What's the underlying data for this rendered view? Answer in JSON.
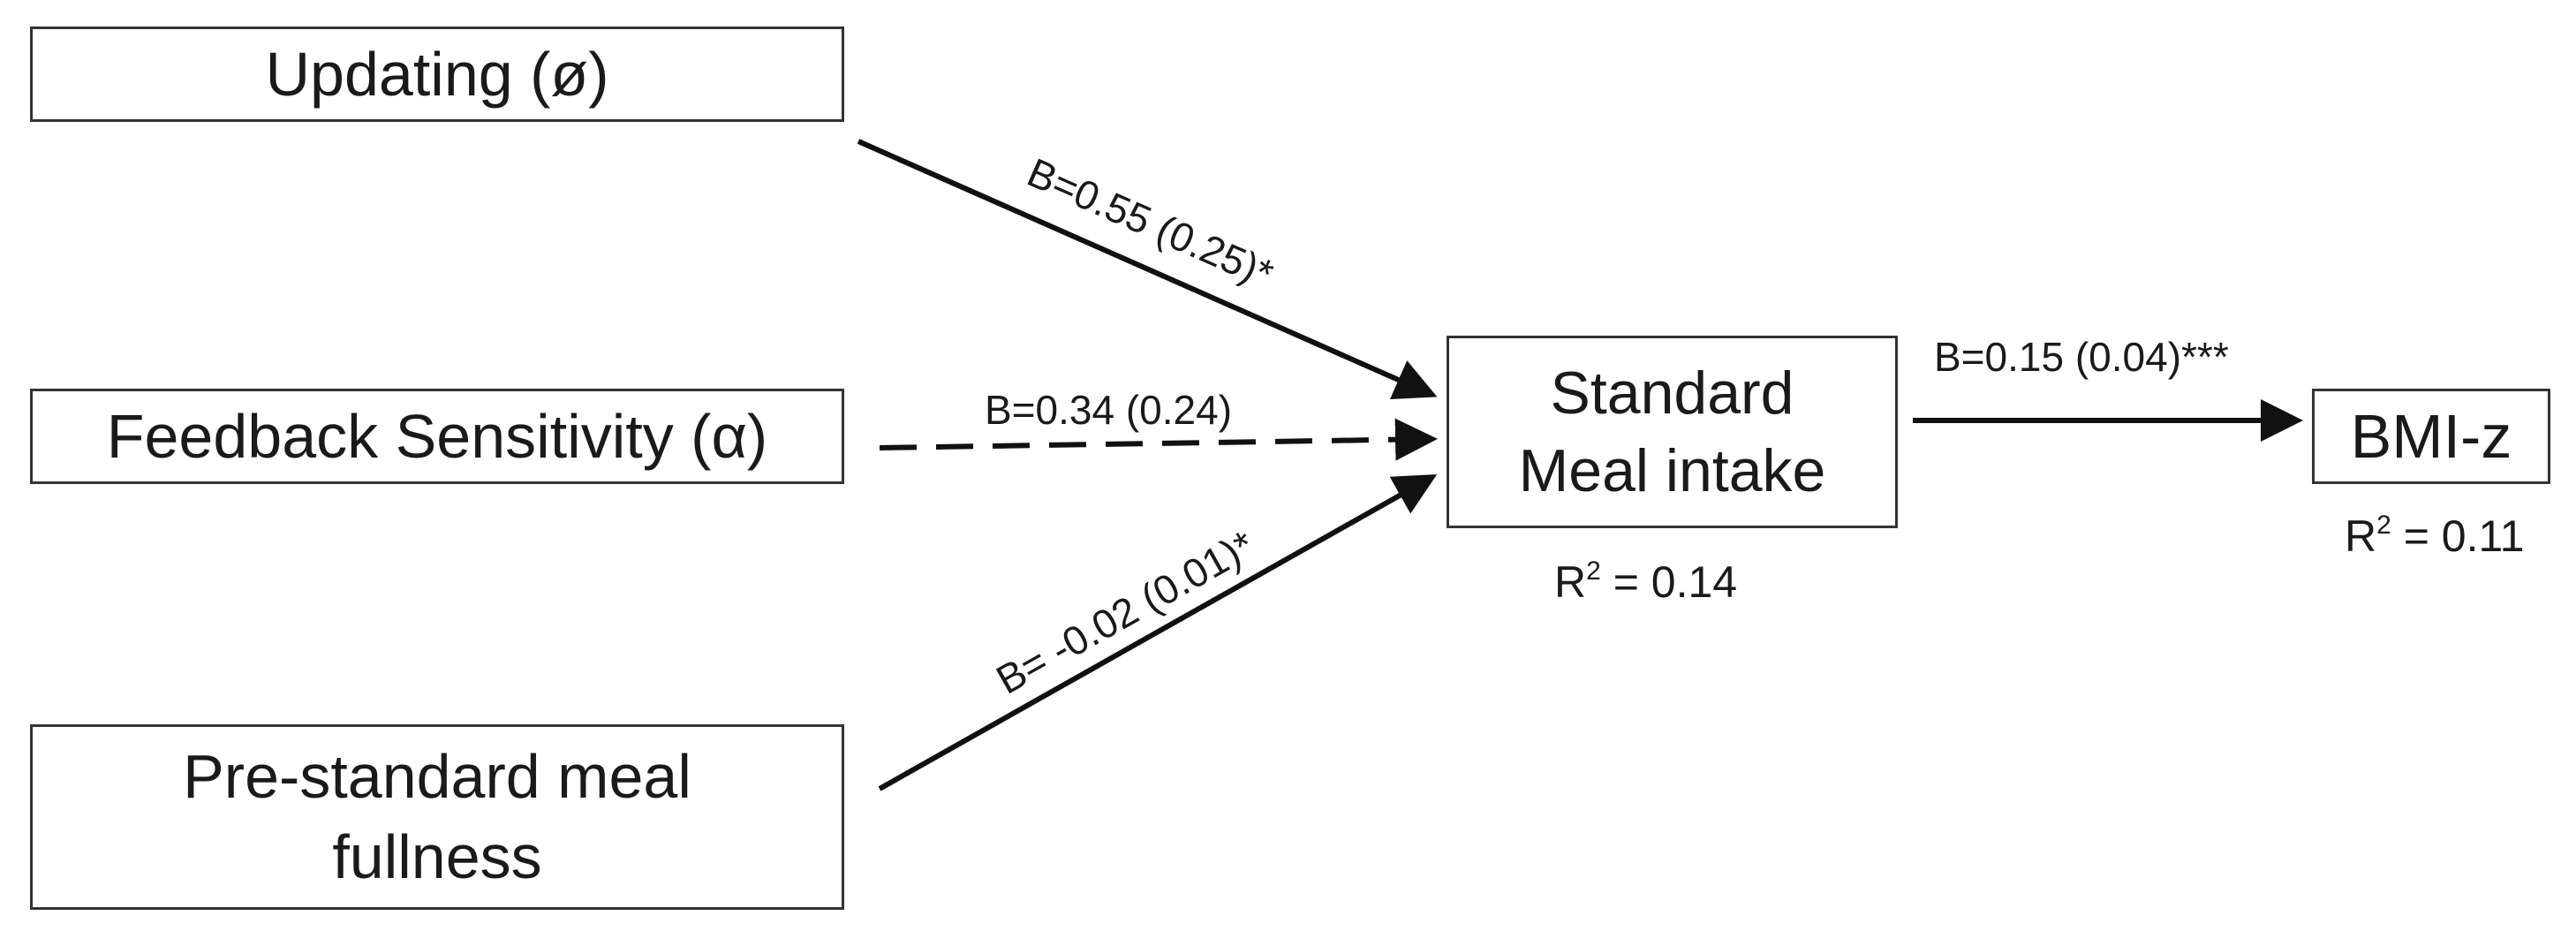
{
  "nodes": {
    "updating": {
      "label": "Updating (ø)"
    },
    "feedback": {
      "label": "Feedback Sensitivity (α)"
    },
    "prestandard": {
      "line1": "Pre-standard meal",
      "line2": "fullness"
    },
    "standard": {
      "line1": "Standard",
      "line2": "Meal intake",
      "r2_prefix": "R",
      "r2_sup": "2",
      "r2_value": " = 0.14"
    },
    "bmi": {
      "label": "BMI-z",
      "r2_prefix": "R",
      "r2_sup": "2",
      "r2_value": " = 0.11"
    }
  },
  "edges": {
    "updating_to_standard": {
      "label": "B=0.55 (0.25)*",
      "style": "solid"
    },
    "feedback_to_standard": {
      "label": "B=0.34 (0.24)",
      "style": "dashed"
    },
    "prestandard_to_standard": {
      "label": "B= -0.02 (0.01)*",
      "style": "solid"
    },
    "standard_to_bmi": {
      "label": "B=0.15 (0.04)***",
      "style": "solid"
    }
  }
}
